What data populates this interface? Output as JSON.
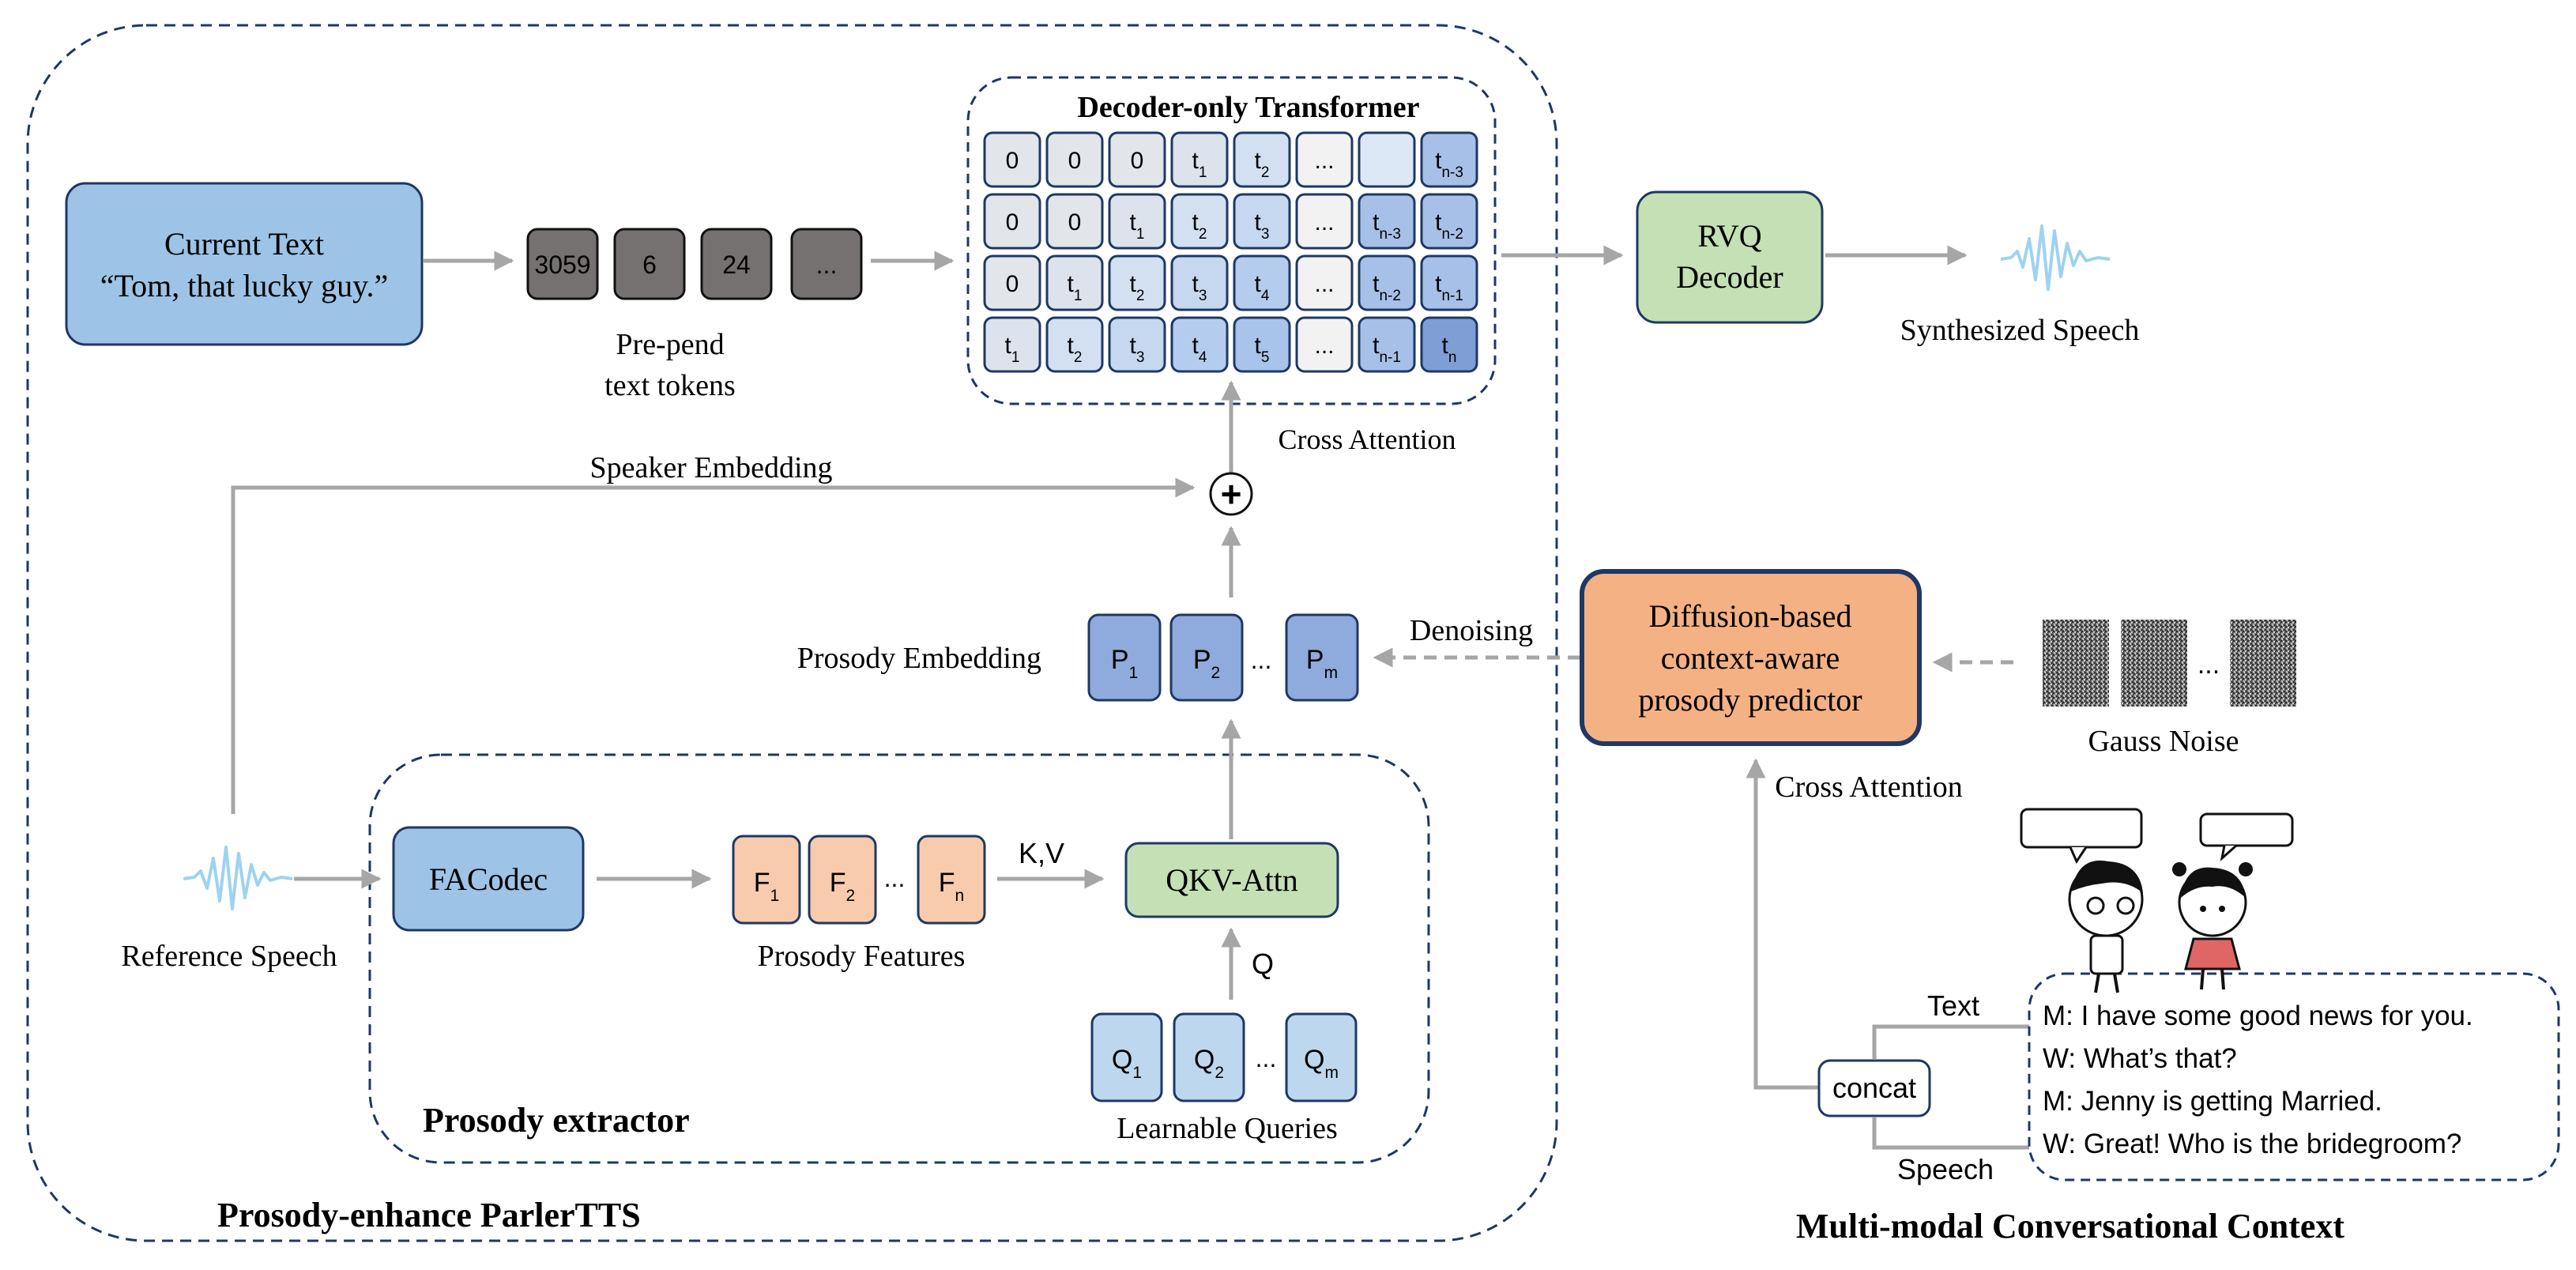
{
  "sections": {
    "parler_title": "Prosody-enhance ParlerTTS",
    "extractor_title": "Prosody extractor",
    "context_title": "Multi-modal Conversational Context",
    "decoder_title": "Decoder-only Transformer"
  },
  "current_text": {
    "line1": "Current Text",
    "line2": "“Tom, that lucky guy.”"
  },
  "text_tokens": {
    "items": [
      "3059",
      "6",
      "24",
      "..."
    ],
    "label_line1": "Pre-pend",
    "label_line2": "text tokens"
  },
  "transformer_grid": {
    "rows": [
      [
        [
          "0",
          ""
        ],
        [
          "0",
          ""
        ],
        [
          "0",
          ""
        ],
        [
          "t",
          "1"
        ],
        [
          "t",
          "2"
        ],
        [
          "...",
          ""
        ],
        [
          "",
          ""
        ],
        [
          "t",
          "n-3"
        ]
      ],
      [
        [
          "0",
          ""
        ],
        [
          "0",
          ""
        ],
        [
          "t",
          "1"
        ],
        [
          "t",
          "2"
        ],
        [
          "t",
          "3"
        ],
        [
          "...",
          ""
        ],
        [
          "t",
          "n-3"
        ],
        [
          "t",
          "n-2"
        ]
      ],
      [
        [
          "0",
          ""
        ],
        [
          "t",
          "1"
        ],
        [
          "t",
          "2"
        ],
        [
          "t",
          "3"
        ],
        [
          "t",
          "4"
        ],
        [
          "...",
          ""
        ],
        [
          "t",
          "n-2"
        ],
        [
          "t",
          "n-1"
        ]
      ],
      [
        [
          "t",
          "1"
        ],
        [
          "t",
          "2"
        ],
        [
          "t",
          "3"
        ],
        [
          "t",
          "4"
        ],
        [
          "t",
          "5"
        ],
        [
          "...",
          ""
        ],
        [
          "t",
          "n-1"
        ],
        [
          "t",
          "n"
        ]
      ]
    ]
  },
  "rvq_decoder": {
    "line1": "RVQ",
    "line2": "Decoder"
  },
  "synthesized_speech_label": "Synthesized Speech",
  "cross_attention_label": "Cross Attention",
  "speaker_embedding_label": "Speaker Embedding",
  "plus_symbol": "+",
  "prosody_embedding": {
    "label": "Prosody Embedding",
    "items": [
      [
        "P",
        "1"
      ],
      [
        "P",
        "2"
      ],
      [
        "...",
        ""
      ],
      [
        "P",
        "m"
      ]
    ]
  },
  "denoising_label": "Denoising",
  "predictor": {
    "line1": "Diffusion-based",
    "line2": "context-aware",
    "line3": "prosody predictor"
  },
  "gauss_noise": {
    "label": "Gauss Noise",
    "ellipsis": "..."
  },
  "predictor_cross_attention_label": "Cross Attention",
  "reference_speech_label": "Reference Speech",
  "facodec_label": "FACodec",
  "prosody_features": {
    "label": "Prosody Features",
    "items": [
      [
        "F",
        "1"
      ],
      [
        "F",
        "2"
      ],
      [
        "...",
        ""
      ],
      [
        "F",
        "n"
      ]
    ]
  },
  "kv_label": "K,V",
  "qkv_attn_label": "QKV-Attn",
  "q_label": "Q",
  "learnable_queries": {
    "label": "Learnable Queries",
    "items": [
      [
        "Q",
        "1"
      ],
      [
        "Q",
        "2"
      ],
      [
        "...",
        ""
      ],
      [
        "Q",
        "m"
      ]
    ]
  },
  "context": {
    "text_label": "Text",
    "speech_label": "Speech",
    "concat_label": "concat",
    "dialogue": [
      "M: I have some good news for you.",
      "W: What’s that?",
      "M: Jenny is getting Married.",
      "W: Great! Who is the bridegroom?"
    ]
  },
  "colors": {
    "section_border": "#1f3864",
    "light_blue_box": "#9dc3e6",
    "token_gray": "#767171",
    "rvq_green": "#c5e0b4",
    "qkv_green": "#c5e0b4",
    "predictor_orange": "#f4b183",
    "feature_peach": "#f8cbad",
    "embedding_blue": "#8faadc",
    "query_blue": "#bdd7ee",
    "arrow_gray": "#a6a6a6",
    "waveform_blue": "#9dd3f0"
  }
}
